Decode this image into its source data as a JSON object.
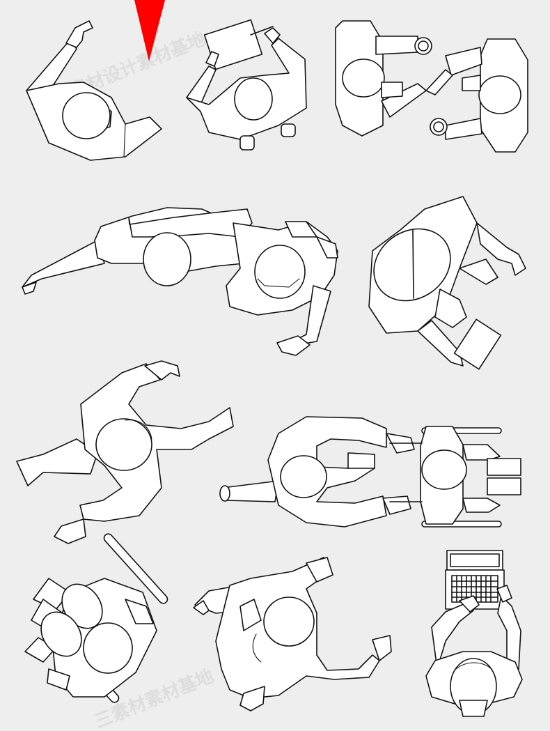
{
  "watermark": {
    "text_top": "三素材设计素材基地",
    "text_bottom": "三素材素材基地",
    "color": "#d0d0d0"
  },
  "marker": {
    "color": "#ff0000",
    "shape": "triangle-pointer"
  },
  "figures": [
    {
      "name": "person-phone-waving",
      "row": 1,
      "col": 1
    },
    {
      "name": "person-holding-clipboard",
      "row": 1,
      "col": 2
    },
    {
      "name": "two-people-coffee-handshake",
      "row": 1,
      "col": 3
    },
    {
      "name": "two-people-embracing",
      "row": 2,
      "col": 1
    },
    {
      "name": "person-with-tablet",
      "row": 2,
      "col": 2
    },
    {
      "name": "person-walking-arms-out",
      "row": 3,
      "col": 1
    },
    {
      "name": "person-pushing-wheelchair",
      "row": 3,
      "col": 2
    },
    {
      "name": "person-in-wheelchair-angled",
      "row": 4,
      "col": 1
    },
    {
      "name": "person-walking-backpack",
      "row": 4,
      "col": 2
    },
    {
      "name": "person-at-laptop",
      "row": 4,
      "col": 3
    }
  ]
}
